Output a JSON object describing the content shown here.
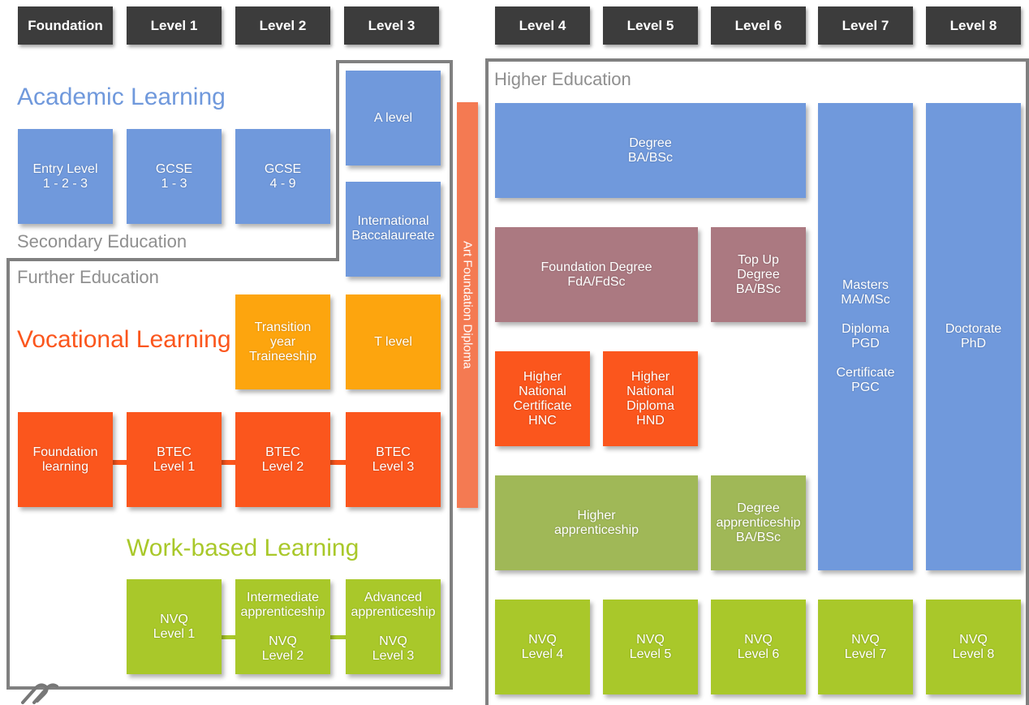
{
  "headers": [
    "Foundation",
    "Level 1",
    "Level 2",
    "Level 3",
    "Level 4",
    "Level 5",
    "Level 6",
    "Level 7",
    "Level 8"
  ],
  "regions": {
    "secondary": "Secondary Education",
    "further": "Further Education",
    "higher": "Higher Education"
  },
  "headings": {
    "academic": "Academic Learning",
    "vocational": "Vocational Learning",
    "work": "Work-based Learning"
  },
  "boxes": {
    "entry": [
      "Entry Level",
      "1 - 2 - 3"
    ],
    "gcse13": [
      "GCSE",
      "1 - 3"
    ],
    "gcse49": [
      "GCSE",
      "4 - 9"
    ],
    "alevel": [
      "A level"
    ],
    "ib": [
      "International",
      "Baccalaureate"
    ],
    "transition": [
      "Transition",
      "year",
      "Traineeship"
    ],
    "tlevel": [
      "T level"
    ],
    "foundation_learning": [
      "Foundation",
      "learning"
    ],
    "btec1": [
      "BTEC",
      "Level 1"
    ],
    "btec2": [
      "BTEC",
      "Level 2"
    ],
    "btec3": [
      "BTEC",
      "Level 3"
    ],
    "nvq1": [
      "NVQ",
      "Level 1"
    ],
    "intermediate": [
      "Intermediate",
      "apprenticeship",
      "",
      "NVQ",
      "Level 2"
    ],
    "advanced": [
      "Advanced",
      "apprenticeship",
      "",
      "NVQ",
      "Level 3"
    ],
    "art_foundation": "Art Foundation Diploma",
    "degree": [
      "Degree",
      "BA/BSc"
    ],
    "foundation_degree": [
      "Foundation Degree",
      "FdA/FdSc"
    ],
    "topup": [
      "Top Up",
      "Degree",
      "BA/BSc"
    ],
    "hnc": [
      "Higher",
      "National",
      "Certificate",
      "HNC"
    ],
    "hnd": [
      "Higher",
      "National",
      "Diploma",
      "HND"
    ],
    "higher_app": [
      "Higher",
      "apprenticeship"
    ],
    "degree_app": [
      "Degree",
      "apprenticeship",
      "BA/BSc"
    ],
    "masters": [
      "Masters",
      "MA/MSc",
      "",
      "Diploma",
      "PGD",
      "",
      "Certificate",
      "PGC"
    ],
    "doctorate": [
      "Doctorate",
      "PhD"
    ],
    "nvq4": [
      "NVQ",
      "Level 4"
    ],
    "nvq5": [
      "NVQ",
      "Level 5"
    ],
    "nvq6": [
      "NVQ",
      "Level 6"
    ],
    "nvq7": [
      "NVQ",
      "Level 7"
    ],
    "nvq8": [
      "NVQ",
      "Level 8"
    ]
  },
  "colors": {
    "academic": "#7099dc",
    "vocational": "#fb561d",
    "work": "#a9c82a",
    "header": "#3c3c3c",
    "region_border": "#808080"
  }
}
